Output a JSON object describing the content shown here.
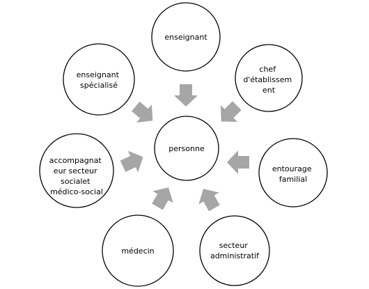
{
  "diagram": {
    "center": {
      "lines": [
        "personne"
      ]
    },
    "outer_nodes": [
      {
        "id": "enseignant",
        "lines": [
          "enseignant"
        ]
      },
      {
        "id": "chef-etablissement",
        "lines": [
          "chef",
          "d'établissem",
          "ent"
        ]
      },
      {
        "id": "entourage-familial",
        "lines": [
          "entourage",
          "familial"
        ]
      },
      {
        "id": "secteur-administratif",
        "lines": [
          "secteur",
          "administratif"
        ]
      },
      {
        "id": "medecin",
        "lines": [
          "médecin"
        ]
      },
      {
        "id": "accompagnateur",
        "lines": [
          "accompagnat",
          "eur secteur",
          "socialet",
          "médico-social"
        ]
      },
      {
        "id": "enseignant-specialise",
        "lines": [
          "enseignant",
          "spécialisé"
        ]
      }
    ],
    "arrow_color": "#a6a6a6",
    "circle_stroke": "#000000"
  }
}
